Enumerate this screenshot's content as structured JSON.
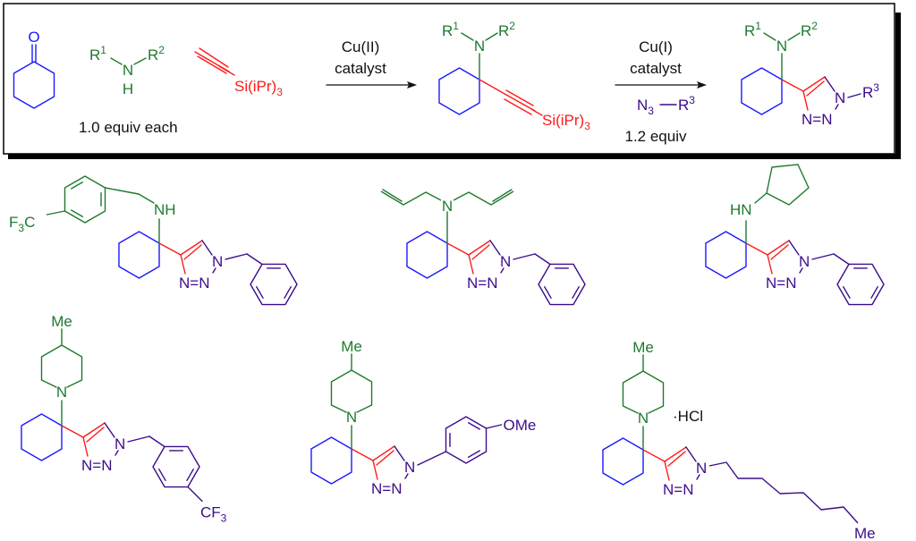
{
  "colors": {
    "ketone": "#1a1aff",
    "amine": "#1e7a2e",
    "alkyne": "#ff1a1a",
    "azide": "#3d0c8c",
    "text": "#111111",
    "frame": "#000000"
  },
  "scheme": {
    "reagents": {
      "ketone_label": "O",
      "amine": {
        "r1": "R",
        "r1_sup": "1",
        "n": "N",
        "r2": "R",
        "r2_sup": "2",
        "h": "H"
      },
      "alkyne_label": "Si(iPr)",
      "alkyne_sub": "3",
      "equiv_note": "1.0 equiv each"
    },
    "step1": {
      "line1": "Cu(II)",
      "line2": "catalyst"
    },
    "intermediate": {
      "r1": "R",
      "r1_sup": "1",
      "n": "N",
      "r2": "R",
      "r2_sup": "2",
      "alkyne_label": "Si(iPr)",
      "alkyne_sub": "3"
    },
    "step2": {
      "line1": "Cu(I)",
      "line2": "catalyst",
      "azide_n": "N",
      "azide_sub": "3",
      "azide_r": "R",
      "azide_sup": "3",
      "equiv_note": "1.2 equiv"
    },
    "product": {
      "r1": "R",
      "r1_sup": "1",
      "n": "N",
      "r2": "R",
      "r2_sup": "2",
      "triazole_n1": "N",
      "triazole_n2": "N",
      "triazole_n3": "N",
      "r3": "R",
      "r3_sup": "3"
    }
  },
  "examples": [
    {
      "id": "ex1",
      "amine_label": "NH",
      "amine_substituent": "F",
      "amine_substituent_sub": "3",
      "amine_substituent_tail": "C",
      "azide_group": "benzyl"
    },
    {
      "id": "ex2",
      "amine_label": "N",
      "amine_substituent": "diallyl",
      "azide_group": "benzyl"
    },
    {
      "id": "ex3",
      "amine_label": "HN",
      "amine_substituent": "cyclopentyl",
      "azide_group": "benzyl"
    },
    {
      "id": "ex4",
      "amine_label": "N",
      "piperidine_me": "Me",
      "azide_group": "4-CF3-benzyl",
      "cf3": "CF",
      "cf3_sub": "3"
    },
    {
      "id": "ex5",
      "amine_label": "N",
      "piperidine_me": "Me",
      "azide_group": "4-methoxyphenyl",
      "ome": "OMe"
    },
    {
      "id": "ex6",
      "amine_label": "N",
      "piperidine_me": "Me",
      "salt": "·HCl",
      "azide_group": "n-octyl",
      "chain_end": "Me"
    }
  ],
  "triazole_labels": {
    "n": "N",
    "nn": "N=N"
  }
}
